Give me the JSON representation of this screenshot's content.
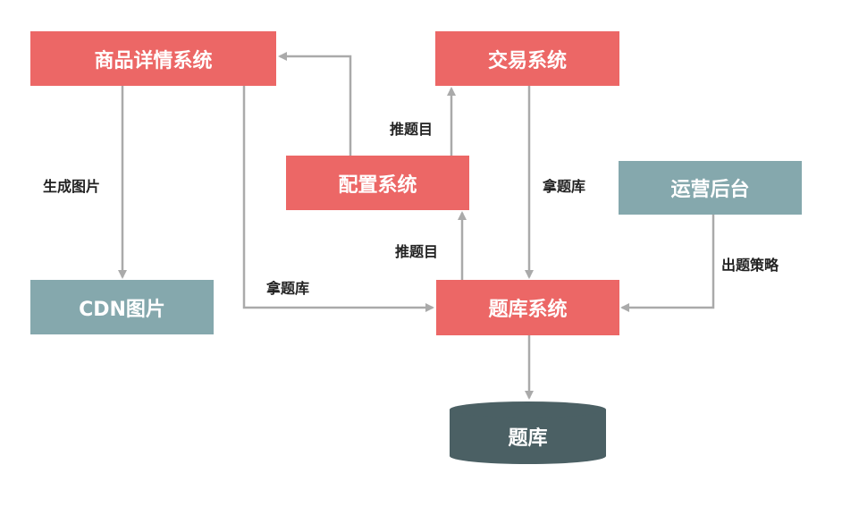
{
  "nodes": {
    "product_detail": "商品详情系统",
    "trade": "交易系统",
    "config": "配置系统",
    "ops_backend": "运营后台",
    "cdn_image": "CDN图片",
    "question_bank_system": "题库系统",
    "question_bank_db": "题库"
  },
  "edges": {
    "product_to_cdn": "生成图片",
    "config_to_product": "",
    "config_to_trade": "推题目",
    "trade_to_bank": "拿题库",
    "bank_to_config": "推题目",
    "product_to_bank": "拿题库",
    "ops_to_bank": "出题策略"
  },
  "colors": {
    "system_box": "#ec6766",
    "external_box": "#85a8ad",
    "database": "#4b6064",
    "arrow": "#aaaaaa"
  }
}
